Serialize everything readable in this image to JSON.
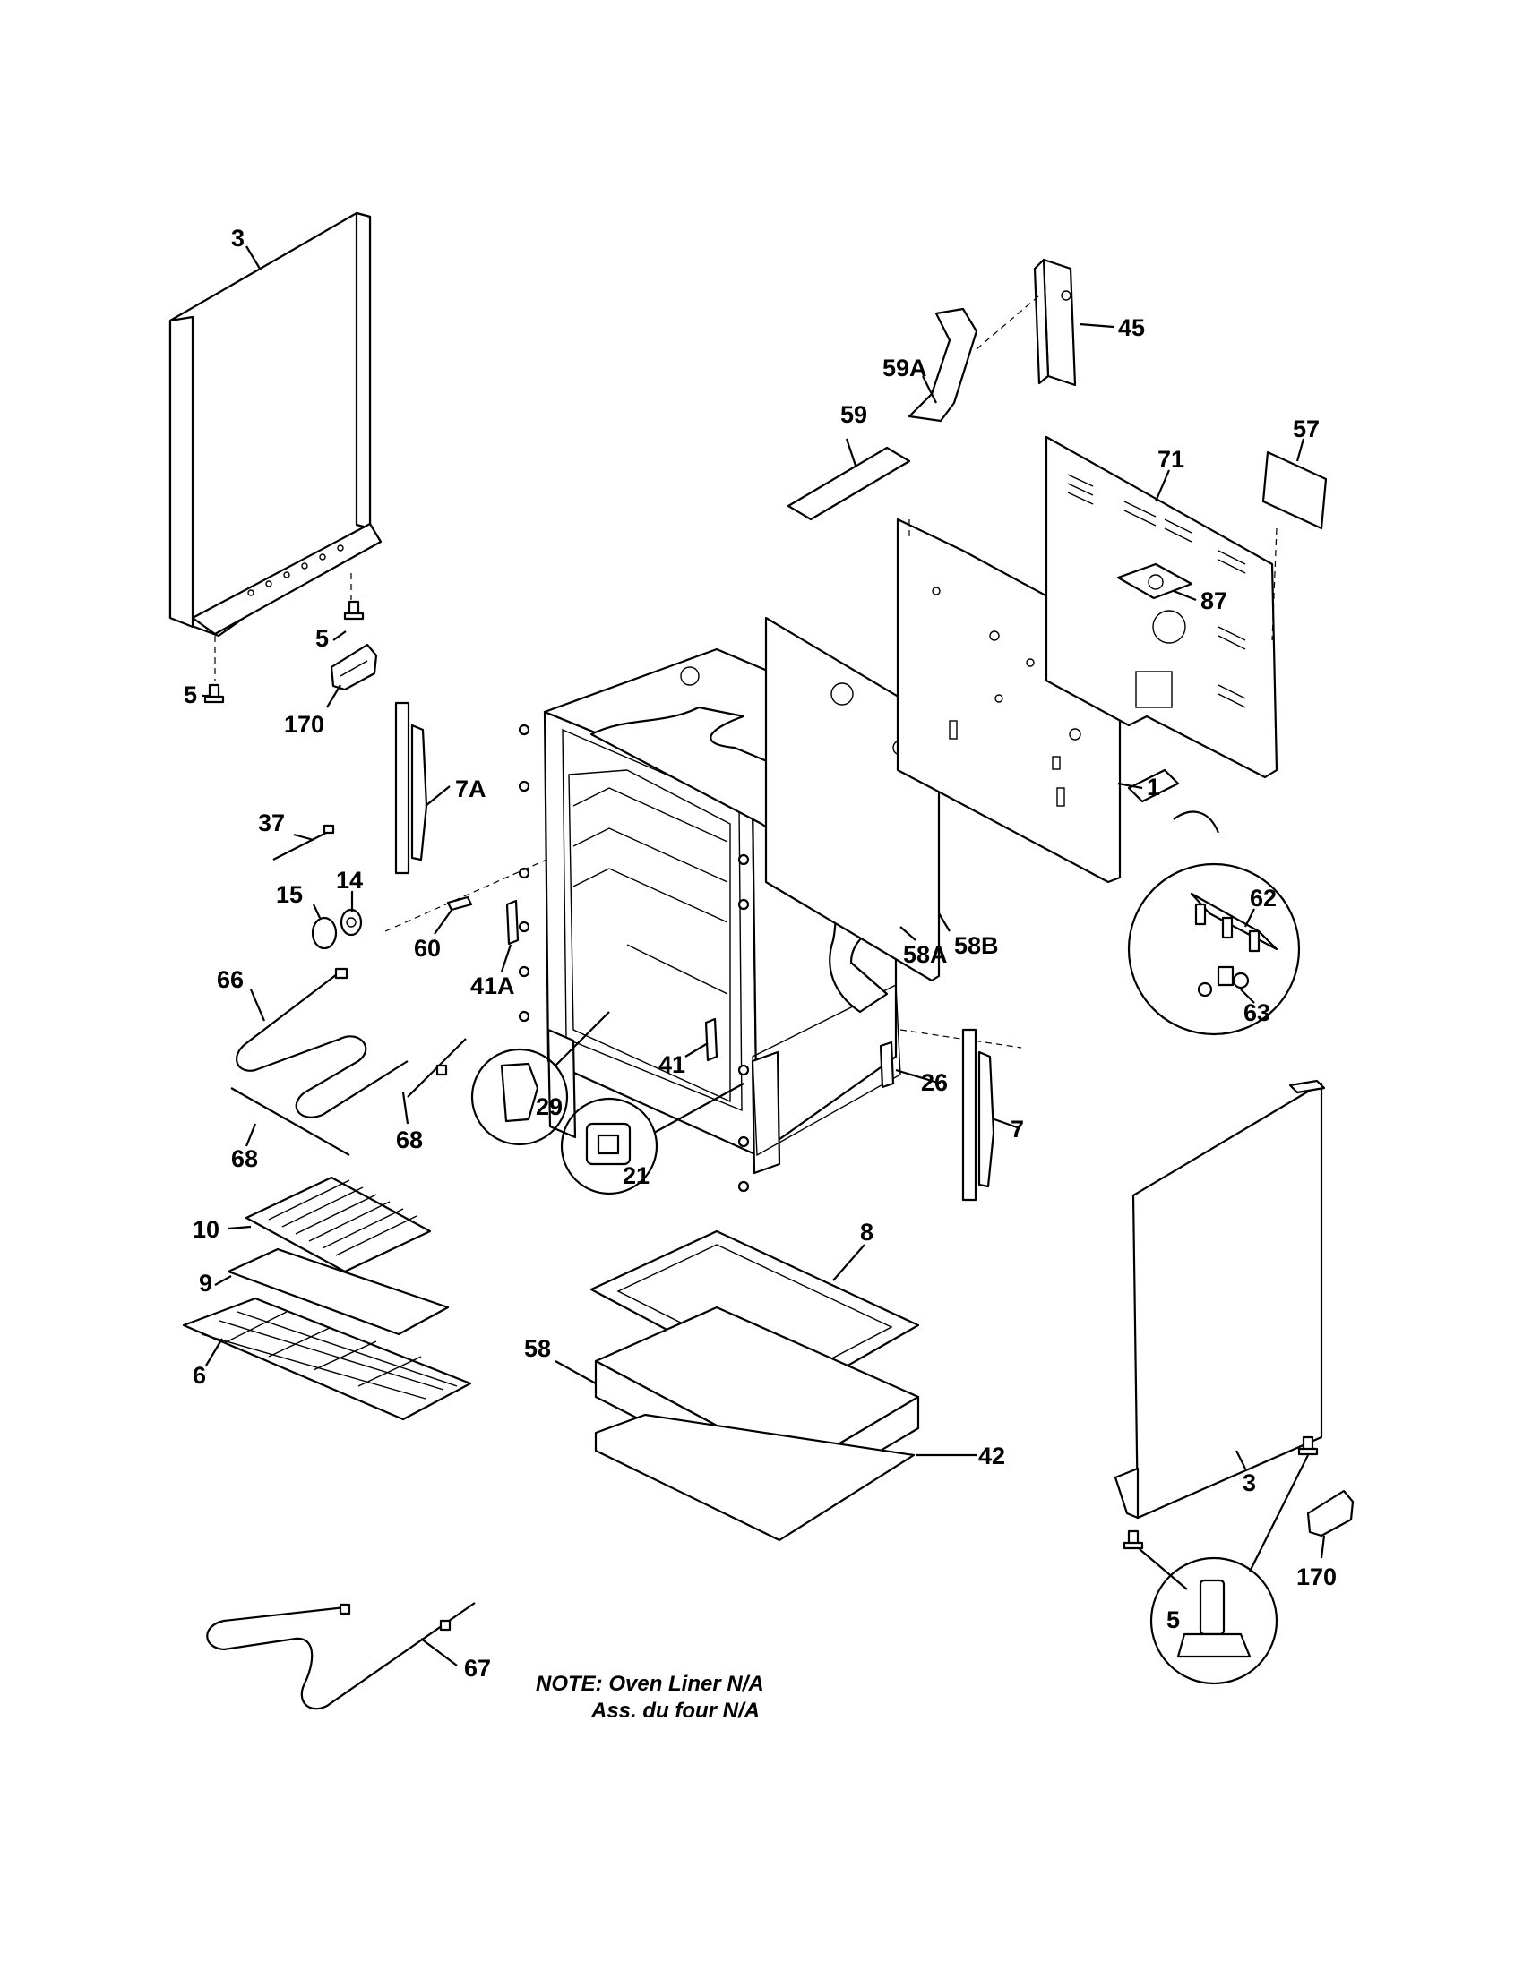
{
  "labels": {
    "l3_left": "3",
    "l5_a": "5",
    "l5_b": "5",
    "l170_left": "170",
    "l7A": "7A",
    "l37": "37",
    "l15": "15",
    "l14": "14",
    "l60": "60",
    "l41A": "41A",
    "l66": "66",
    "l68_left": "68",
    "l68_right": "68",
    "l29": "29",
    "l21": "21",
    "l41": "41",
    "l26": "26",
    "l7": "7",
    "l58A": "58A",
    "l58B": "58B",
    "l1": "1",
    "l45": "45",
    "l59A": "59A",
    "l59": "59",
    "l57": "57",
    "l71": "71",
    "l87": "87",
    "l62": "62",
    "l63": "63",
    "l10": "10",
    "l9": "9",
    "l6": "6",
    "l8": "8",
    "l58": "58",
    "l42": "42",
    "l3_right": "3",
    "l170_right": "170",
    "l5_detail": "5",
    "l67": "67"
  },
  "note": {
    "line1": "NOTE: Oven Liner N/A",
    "line2": "Ass. du four N/A"
  }
}
